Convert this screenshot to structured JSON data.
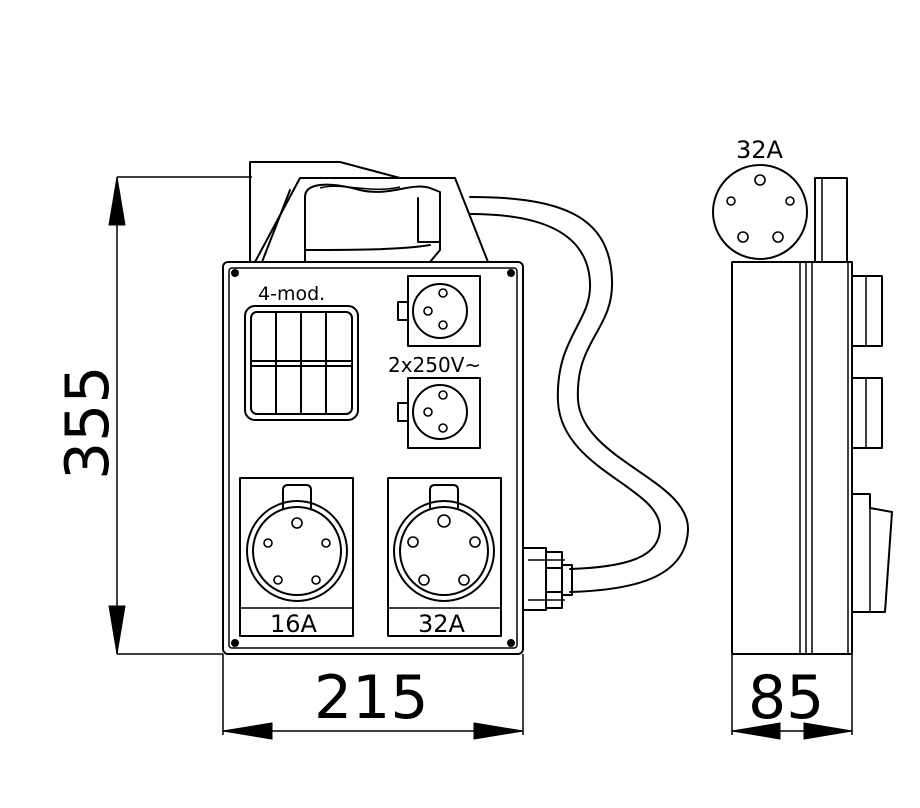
{
  "dimensions": {
    "height": "355",
    "width": "215",
    "depth": "85"
  },
  "labels": {
    "modules": "4-mod.",
    "voltage": "2x250V~",
    "socket_left": "16A",
    "socket_right": "32A",
    "side_plug": "32A"
  },
  "colors": {
    "line": "#000000",
    "background": "#ffffff"
  }
}
